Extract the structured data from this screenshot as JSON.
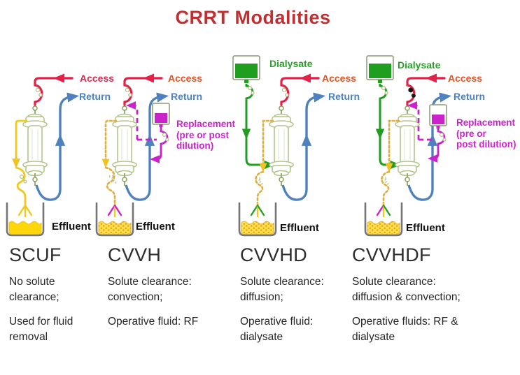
{
  "title": "CRRT Modalities",
  "colors": {
    "title": "#c03030",
    "access": "#e32249",
    "access_label": "#d8294e",
    "access_label_warm": "#e25222",
    "return": "#4f81bd",
    "effluent_line": "#f0c81e",
    "effluent_dotted": "#dfae3c",
    "fluid_yellow": "#ffd60a",
    "dialysate": "#1f9e1f",
    "dialysate_label": "#2aa02a",
    "replacement": "#cc22cc",
    "filter_outline": "#b3c48a",
    "beaker": "#757575",
    "heading": "#2e2e2e",
    "text": "#262626",
    "background": "#ffffff"
  },
  "modalities": [
    {
      "name": "SCUF",
      "labels": {
        "access": "Access",
        "return": "Return",
        "effluent": "Effluent"
      },
      "description": [
        "No solute clearance;",
        "Used for fluid removal"
      ]
    },
    {
      "name": "CVVH",
      "labels": {
        "access": "Access",
        "return": "Return",
        "effluent": "Effluent",
        "replacement_lines": [
          "Replacement",
          "(pre or post",
          "dilution)"
        ]
      },
      "description": [
        "Solute clearance: convection;",
        "Operative fluid: RF"
      ]
    },
    {
      "name": "CVVHD",
      "labels": {
        "dialysate": "Dialysate",
        "access": "Access",
        "return": "Return",
        "effluent": "Effluent"
      },
      "description": [
        "Solute clearance: diffusion;",
        "Operative fluid: dialysate"
      ]
    },
    {
      "name": "CVVHDF",
      "labels": {
        "dialysate": "Dialysate",
        "access": "Access",
        "return": "Return",
        "effluent": "Effluent",
        "replacement_lines": [
          "Replacement",
          "(pre or",
          "post dilution)"
        ]
      },
      "description": [
        "Solute clearance: diffusion & convection;",
        "Operative fluids: RF & dialysate"
      ]
    }
  ]
}
